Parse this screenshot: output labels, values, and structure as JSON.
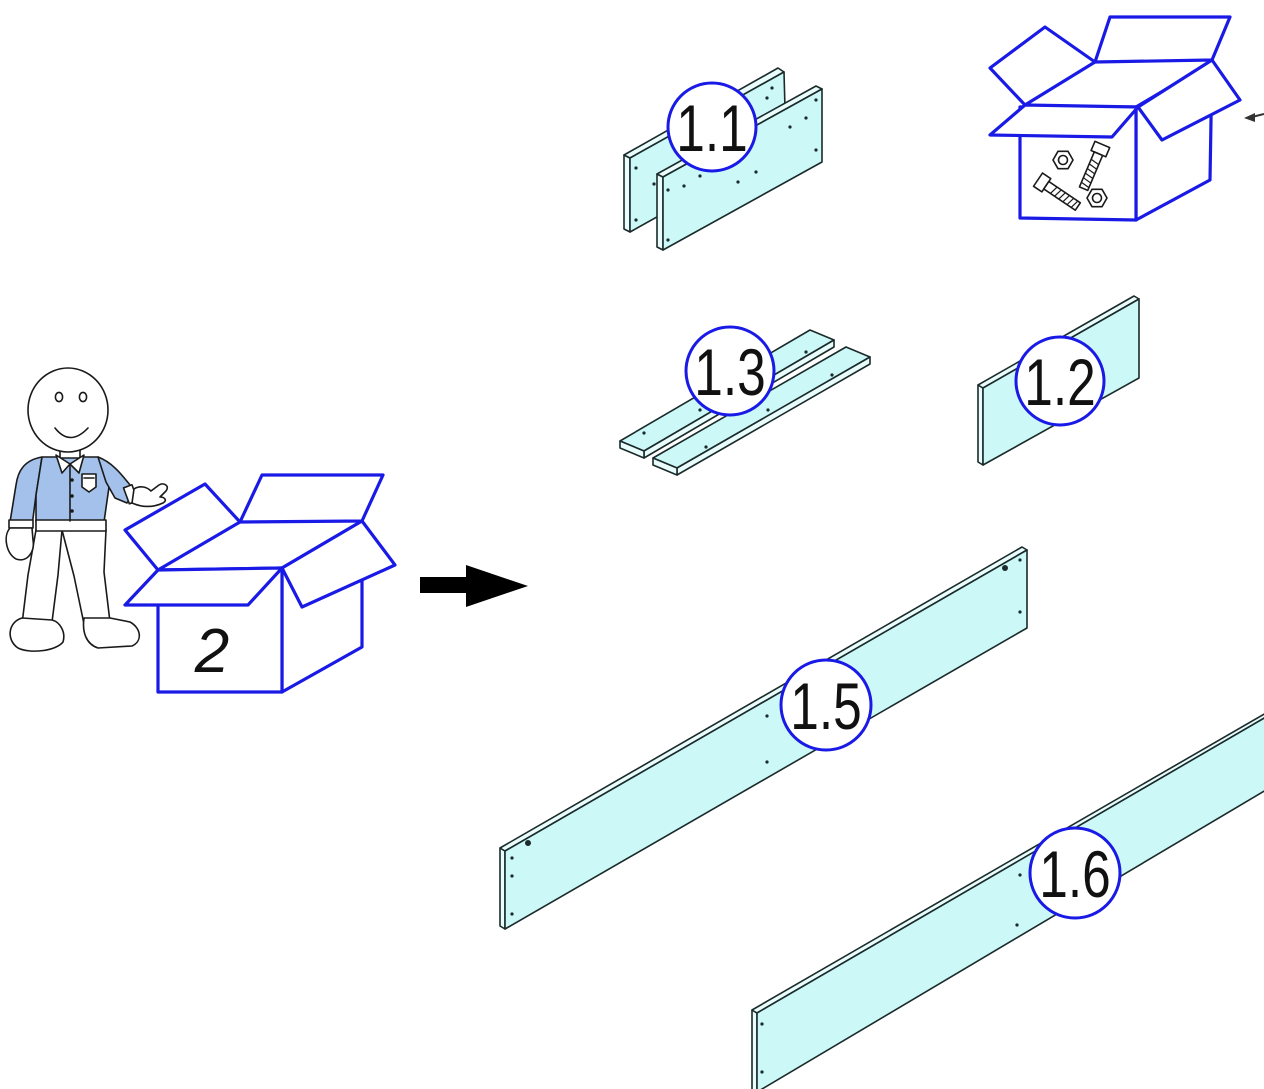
{
  "diagram": {
    "step_box": {
      "label": "2"
    },
    "parts": [
      {
        "label": "1.1"
      },
      {
        "label": "1.2"
      },
      {
        "label": "1.3"
      },
      {
        "label": "1.5"
      },
      {
        "label": "1.6"
      }
    ],
    "hardware_box": {
      "icons": [
        "bolt-icon",
        "nut-icon"
      ]
    },
    "next_arrow": {
      "icon": "arrow-right-icon"
    }
  },
  "colors": {
    "box_outline": "#1a1ae6",
    "panel_fill": "#ccf8f8",
    "shirt": "#a3c1ea",
    "arrow": "#000000"
  }
}
